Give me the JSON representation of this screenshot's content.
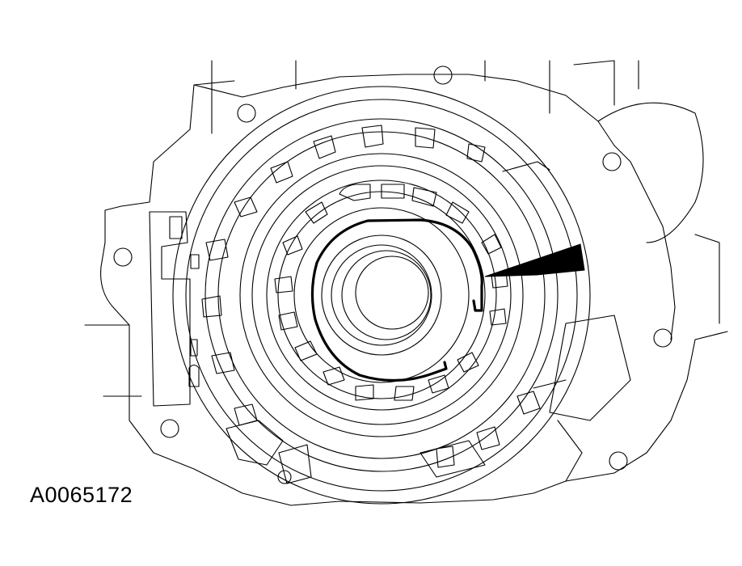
{
  "figure": {
    "id_label": "A0065172"
  },
  "colors": {
    "line": "#000000",
    "background": "#ffffff"
  },
  "callouts": [
    {
      "name": "arrow-callout",
      "icon": "arrow-left-icon",
      "points_to": "snap-ring"
    }
  ]
}
